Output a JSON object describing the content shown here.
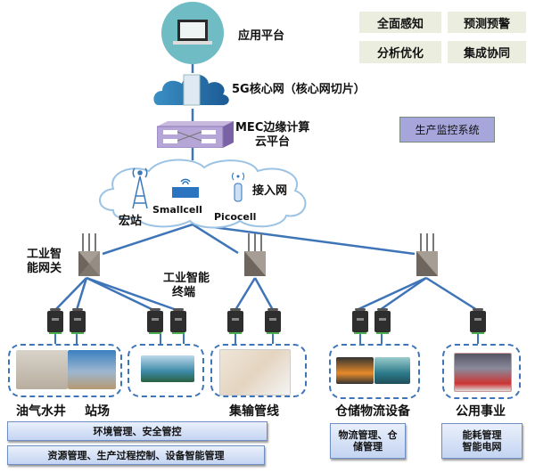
{
  "layers": {
    "app_platform": "应用平台",
    "core_network": "5G核心网（核心网切片）",
    "mec": [
      "MEC边缘计算",
      "云平台"
    ],
    "access_network": "接入网",
    "macro_station": "宏站",
    "smallcell": "Smallcell",
    "picocell": "Picocell",
    "gateway": [
      "工业智",
      "能网关"
    ],
    "terminal": [
      "工业智能",
      "终端"
    ]
  },
  "capabilities": [
    "全面感知",
    "预测预警",
    "分析优化",
    "集成协同"
  ],
  "system_box": "生产监控系统",
  "scenarios": {
    "oil_well": "油气水井",
    "station": "站场",
    "pipeline": "集输管线",
    "warehouse": "仓储物流设备",
    "utility": "公用事业"
  },
  "management": {
    "env_safety": "环境管理、安全管控",
    "resource": "资源管理、生产过程控制、设备智能管理",
    "logistics": [
      "物流管理、仓",
      "储管理"
    ],
    "energy": [
      "能耗管理",
      "智能电网"
    ]
  },
  "colors": {
    "link": "#3e74b8",
    "tag_bg": "#ebeddf",
    "system_bg": "#a6a6db",
    "bar_bg": "#c3d4f2"
  }
}
